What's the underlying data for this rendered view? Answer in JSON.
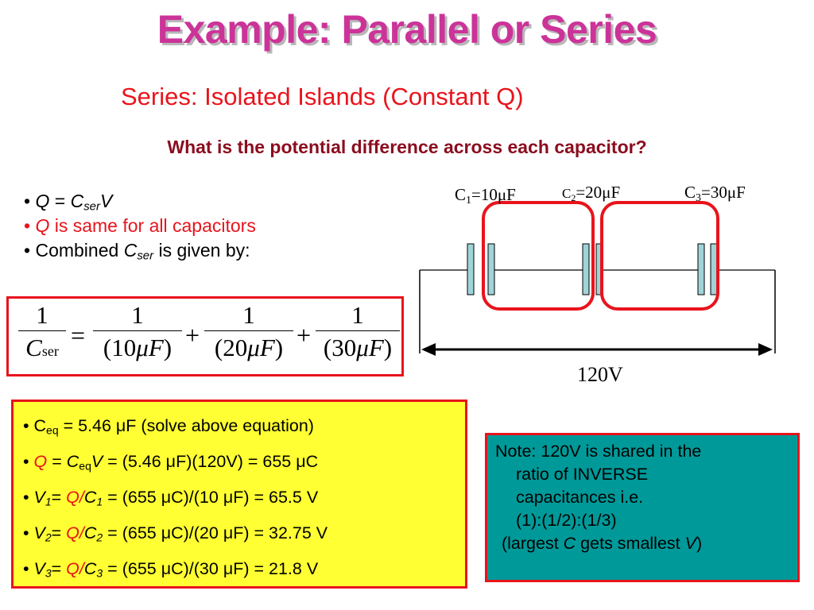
{
  "title": "Example: Parallel or Series",
  "subtitle": "Series: Isolated Islands (Constant Q)",
  "question": "What is the potential difference across each capacitor?",
  "bullets": {
    "b1": {
      "Q": "Q",
      "eq": " = ",
      "C": "C",
      "sub": "ser",
      "V": "V"
    },
    "b2": {
      "Q": "Q",
      "text": " is same for all capacitors"
    },
    "b3": {
      "pre": "Combined ",
      "C": "C",
      "sub": "ser",
      "post": " is given by:"
    }
  },
  "equation": {
    "one": "1",
    "lhs_den_C": "C",
    "lhs_den_sub": "ser",
    "equals": "=",
    "plus": "+",
    "terms": [
      {
        "open": "(",
        "value": "10",
        "unit_mu": "μ",
        "unit_F": "F",
        "close": ")"
      },
      {
        "open": "(",
        "value": "20",
        "unit_mu": "μ",
        "unit_F": "F",
        "close": ")"
      },
      {
        "open": "(",
        "value": "30",
        "unit_mu": "μ",
        "unit_F": "F",
        "close": ")"
      }
    ]
  },
  "circuit": {
    "c1": {
      "C": "C",
      "sub": "1",
      "val": "=10μF"
    },
    "c2": {
      "C": "C",
      "sub": "2",
      "val": "=20μF"
    },
    "c3": {
      "C": "C",
      "sub": "3",
      "val": "=30μF"
    },
    "voltage": "120V",
    "colors": {
      "plate": "#9fd4d8",
      "highlight": "#e8141c"
    }
  },
  "solution": {
    "s1": {
      "C": "C",
      "sub": "eq",
      "text": " = 5.46 μF (solve above equation)"
    },
    "s2": {
      "Q": "Q",
      "eq": " = ",
      "C": "C",
      "sub": "eq",
      "V": "V",
      "eq2": " = ",
      "text": "(5.46 μF)(120V) = 655 μC"
    },
    "s3": {
      "V": "V",
      "vsub": "1",
      "eq": "= ",
      "Q": "Q",
      "slash": "/",
      "C": "C",
      "csub": "1",
      "eq2": " = ",
      "text": "(655 μC)/(10 μF) = 65.5 V"
    },
    "s4": {
      "V": "V",
      "vsub": "2",
      "eq": "= ",
      "Q": "Q",
      "slash": "/",
      "C": "C",
      "csub": "2",
      "eq2": " = ",
      "text": "(655 μC)/(20 μF) = 32.75 V"
    },
    "s5": {
      "V": "V",
      "vsub": "3",
      "eq": "= ",
      "Q": "Q",
      "slash": "/",
      "C": "C",
      "csub": "3",
      "eq2": " = ",
      "text": "(655 μC)/(30 μF) = 21.8 V"
    }
  },
  "note": {
    "line1": "Note: 120V is shared in the",
    "line2": "ratio of INVERSE",
    "line3": "capacitances i.e.",
    "line4": "(1):(1/2):(1/3)",
    "line5_pre": "(largest ",
    "line5_C": "C",
    "line5_mid": " gets smallest ",
    "line5_V": "V",
    "line5_post": ")"
  },
  "colors": {
    "title": "#cc3399",
    "red": "#e8141c",
    "question": "#8b0d1f",
    "solution_bg": "#ffff33",
    "note_bg": "#009999"
  }
}
